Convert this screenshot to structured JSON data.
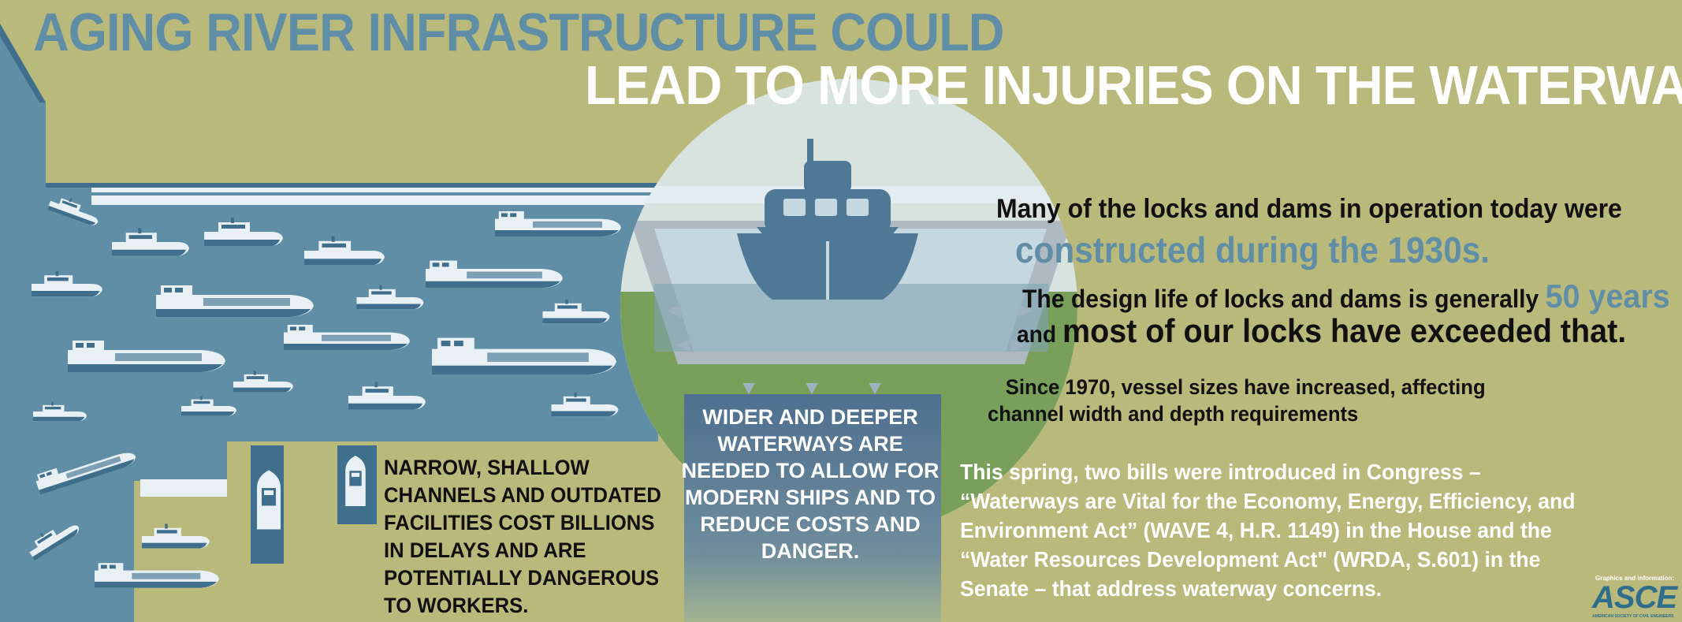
{
  "headline": {
    "line1": "AGING RIVER INFRASTRUCTURE COULD",
    "line2": "LEAD TO MORE INJURIES ON THE WATERWAYS."
  },
  "facts": {
    "locks_age_lead": "Many of the locks and dams in operation today  were",
    "locks_age_highlight": "constructed during the 1930s.",
    "design_life_lead": "The design life of locks and dams is generally",
    "design_life_value": "50 years",
    "design_life_and": "and",
    "design_life_tail": "most of our locks have exceeded that.",
    "vessel_sizes_line1": "Since 1970, vessel sizes have increased, affecting",
    "vessel_sizes_line2": "channel width and depth requirements"
  },
  "legislation": {
    "line1": "This spring, two bills were introduced in Congress –",
    "line2": "“Waterways are Vital for the Economy, Energy, Efficiency, and",
    "line3": "Environment Act” (WAVE 4, H.R. 1149) in the House and the",
    "line4": "“Water Resources Development Act\" (WRDA, S.601) in the",
    "line5": "Senate – that address waterway concerns."
  },
  "problem_callout": [
    "NARROW, SHALLOW",
    "CHANNELS AND OUTDATED",
    "FACILITIES COST BILLIONS",
    "IN DELAYS AND ARE",
    "POTENTIALLY DANGEROUS",
    "TO WORKERS."
  ],
  "solution_callout": "WIDER AND DEEPER WATERWAYS ARE NEEDED TO ALLOW FOR MODERN SHIPS AND TO REDUCE COSTS AND DANGER.",
  "footer": {
    "credit": "Graphics and information:",
    "logo": "ASCE",
    "logo_subtitle": "AMERICAN SOCIETY OF CIVIL ENGINEERS"
  },
  "colors": {
    "background": "#b9b97b",
    "water": "#5f8ea6",
    "boat_dark": "#3f6f8d",
    "boat_light": "#e8f0f3",
    "headline_accent": "#5f8ea6",
    "grass": "#78a05a"
  }
}
